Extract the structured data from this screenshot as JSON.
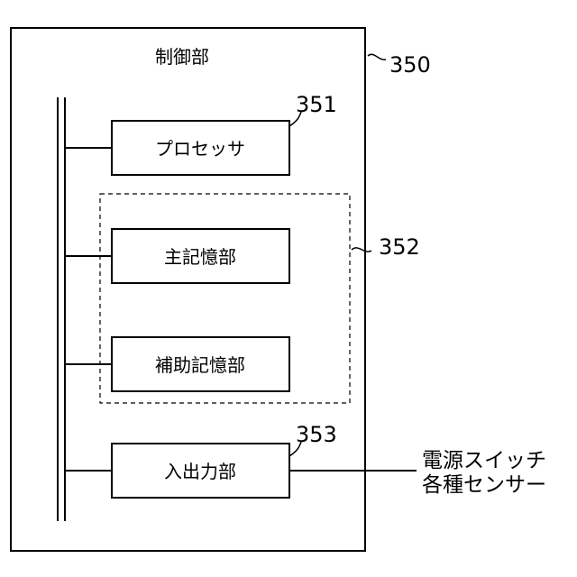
{
  "control_unit": {
    "title": "制御部",
    "ref": "350"
  },
  "blocks": {
    "processor": {
      "label": "プロセッサ",
      "ref": "351"
    },
    "main_memory": {
      "label": "主記憶部"
    },
    "aux_memory": {
      "label": "補助記憶部"
    },
    "storage_group": {
      "ref": "352"
    },
    "io_unit": {
      "label": "入出力部",
      "ref": "353"
    }
  },
  "external": {
    "line1": "電源スイッチ",
    "line2": "各種センサー"
  }
}
